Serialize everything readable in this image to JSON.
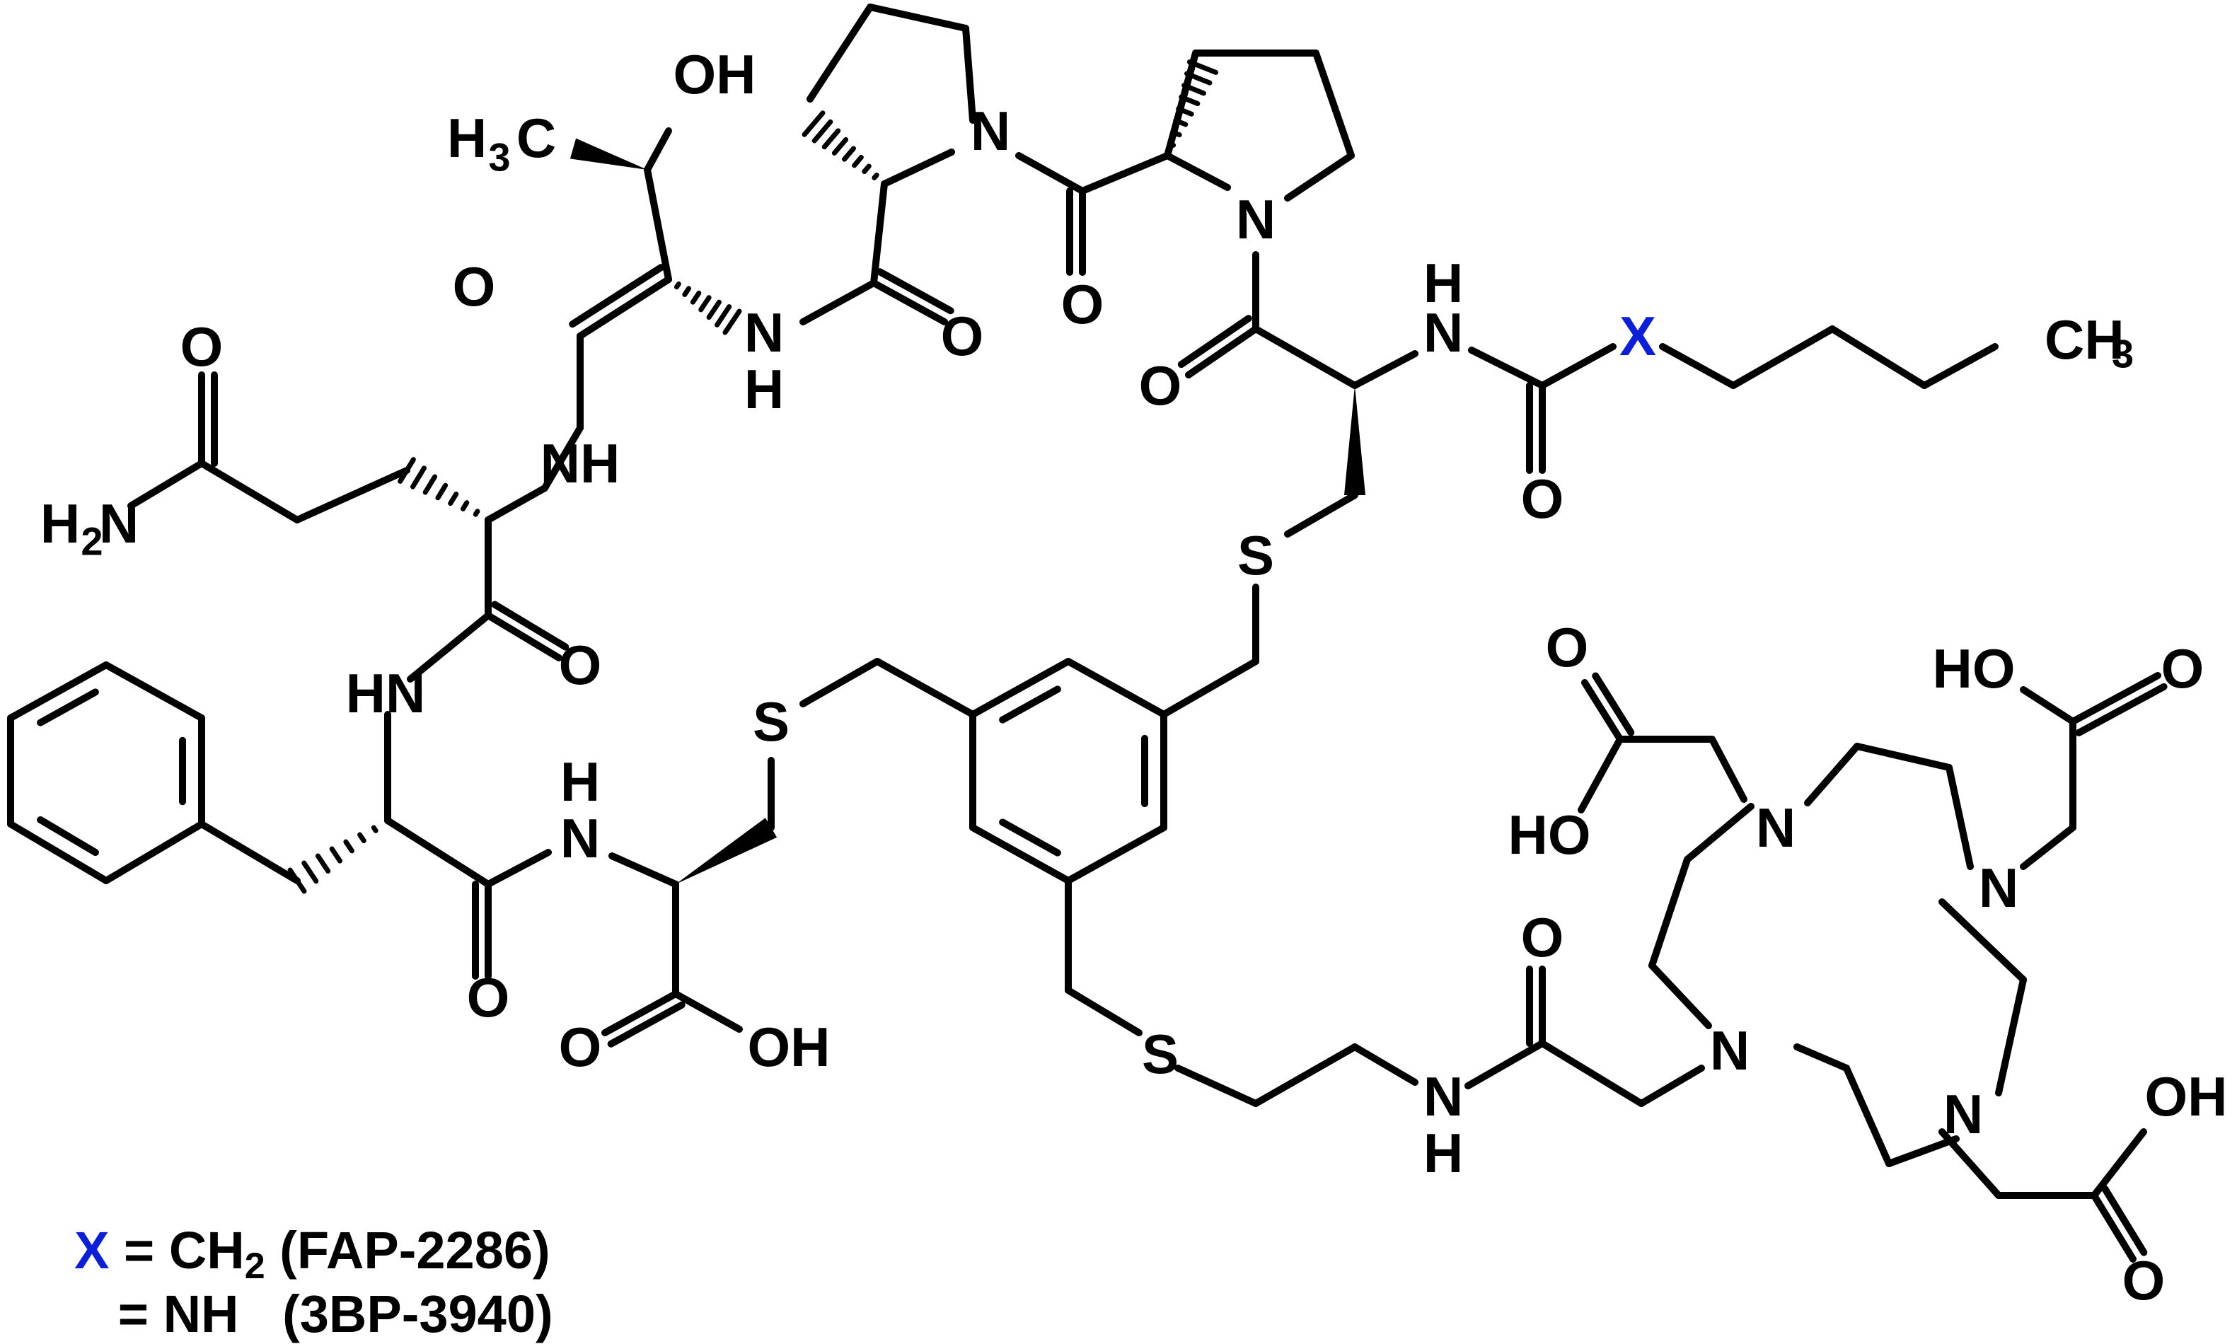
{
  "atoms": {
    "oh": "OH",
    "h3c": "H",
    "h3c_sub": "3",
    "h3c_c": "C",
    "o": "O",
    "n": "N",
    "h": "H",
    "nh": "NH",
    "hn": "HN",
    "h2n": "H",
    "h2n_sub": "2",
    "h2n_n": "N",
    "s": "S",
    "ho": "HO",
    "x": "X",
    "ch3": "CH",
    "ch3_sub": "3"
  },
  "legend": {
    "x_label": "X",
    "line1_prefix": " = CH",
    "line1_sub": "2",
    "line1_suffix": " (FAP-2286)",
    "line2": "   = NH   (3BP-3940)"
  },
  "colors": {
    "bond": "#000000",
    "x_highlight": "#0b1ed8"
  }
}
